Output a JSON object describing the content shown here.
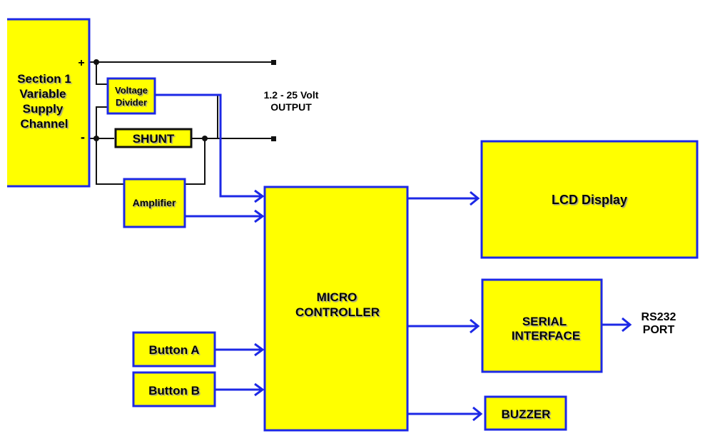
{
  "blocks": {
    "section1": [
      "Section 1",
      "Variable",
      "Supply",
      "Channel"
    ],
    "voltage_divider": [
      "Voltage",
      "Divider"
    ],
    "shunt": "SHUNT",
    "amplifier": "Amplifier",
    "microcontroller": [
      "MICRO",
      "CONTROLLER"
    ],
    "lcd_display": "LCD Display",
    "serial_interface": [
      "SERIAL",
      "INTERFACE"
    ],
    "buzzer": "BUZZER",
    "button_a": "Button A",
    "button_b": "Button B"
  },
  "labels": {
    "output": [
      "1.2 - 25 Volt",
      "OUTPUT"
    ],
    "rs232": [
      "RS232",
      "PORT"
    ],
    "plus": "+",
    "minus": "-"
  },
  "colors": {
    "block_fill": "#ffff00",
    "block_border": "#1c28e6",
    "wire_blue": "#1c28e6",
    "wire_black": "#111111"
  }
}
